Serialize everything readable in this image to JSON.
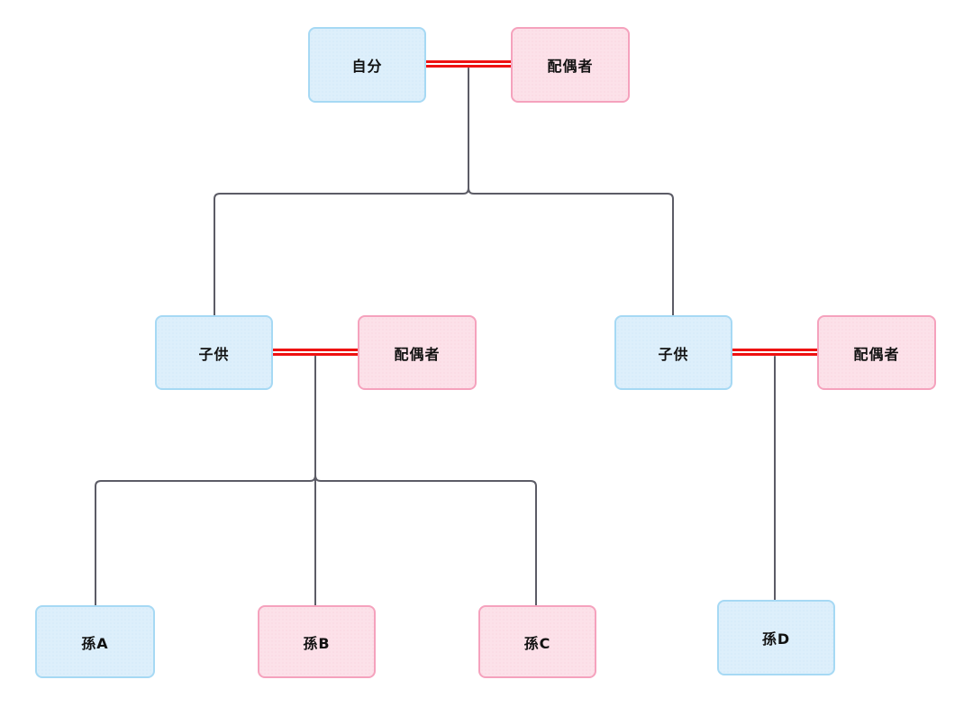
{
  "diagram": {
    "type": "family-tree",
    "background": "#ffffff",
    "colors": {
      "blue_node_fill": "#ddeffb",
      "blue_node_border": "#a6d9f4",
      "pink_node_fill": "#fce1e9",
      "pink_node_border": "#f5a2bd",
      "marriage_line": "#ee1111",
      "descent_line": "#5c5c66",
      "label_text": "#111111"
    },
    "nodes": [
      {
        "id": "self",
        "label": "自分",
        "color": "blue"
      },
      {
        "id": "spouse-top",
        "label": "配偶者",
        "color": "pink"
      },
      {
        "id": "child-left",
        "label": "子供",
        "color": "blue"
      },
      {
        "id": "spouse-left",
        "label": "配偶者",
        "color": "pink"
      },
      {
        "id": "child-right",
        "label": "子供",
        "color": "blue"
      },
      {
        "id": "spouse-right",
        "label": "配偶者",
        "color": "pink"
      },
      {
        "id": "grandchild-a",
        "label": "孫A",
        "color": "blue"
      },
      {
        "id": "grandchild-b",
        "label": "孫B",
        "color": "pink"
      },
      {
        "id": "grandchild-c",
        "label": "孫C",
        "color": "pink"
      },
      {
        "id": "grandchild-d",
        "label": "孫D",
        "color": "blue"
      }
    ],
    "relationships": {
      "marriages": [
        {
          "between": [
            "self",
            "spouse-top"
          ]
        },
        {
          "between": [
            "child-left",
            "spouse-left"
          ]
        },
        {
          "between": [
            "child-right",
            "spouse-right"
          ]
        }
      ],
      "descents": [
        {
          "parents": [
            "self",
            "spouse-top"
          ],
          "children": [
            "child-left",
            "child-right"
          ]
        },
        {
          "parents": [
            "child-left",
            "spouse-left"
          ],
          "children": [
            "grandchild-a",
            "grandchild-b",
            "grandchild-c"
          ]
        },
        {
          "parents": [
            "child-right",
            "spouse-right"
          ],
          "children": [
            "grandchild-d"
          ]
        }
      ]
    }
  }
}
